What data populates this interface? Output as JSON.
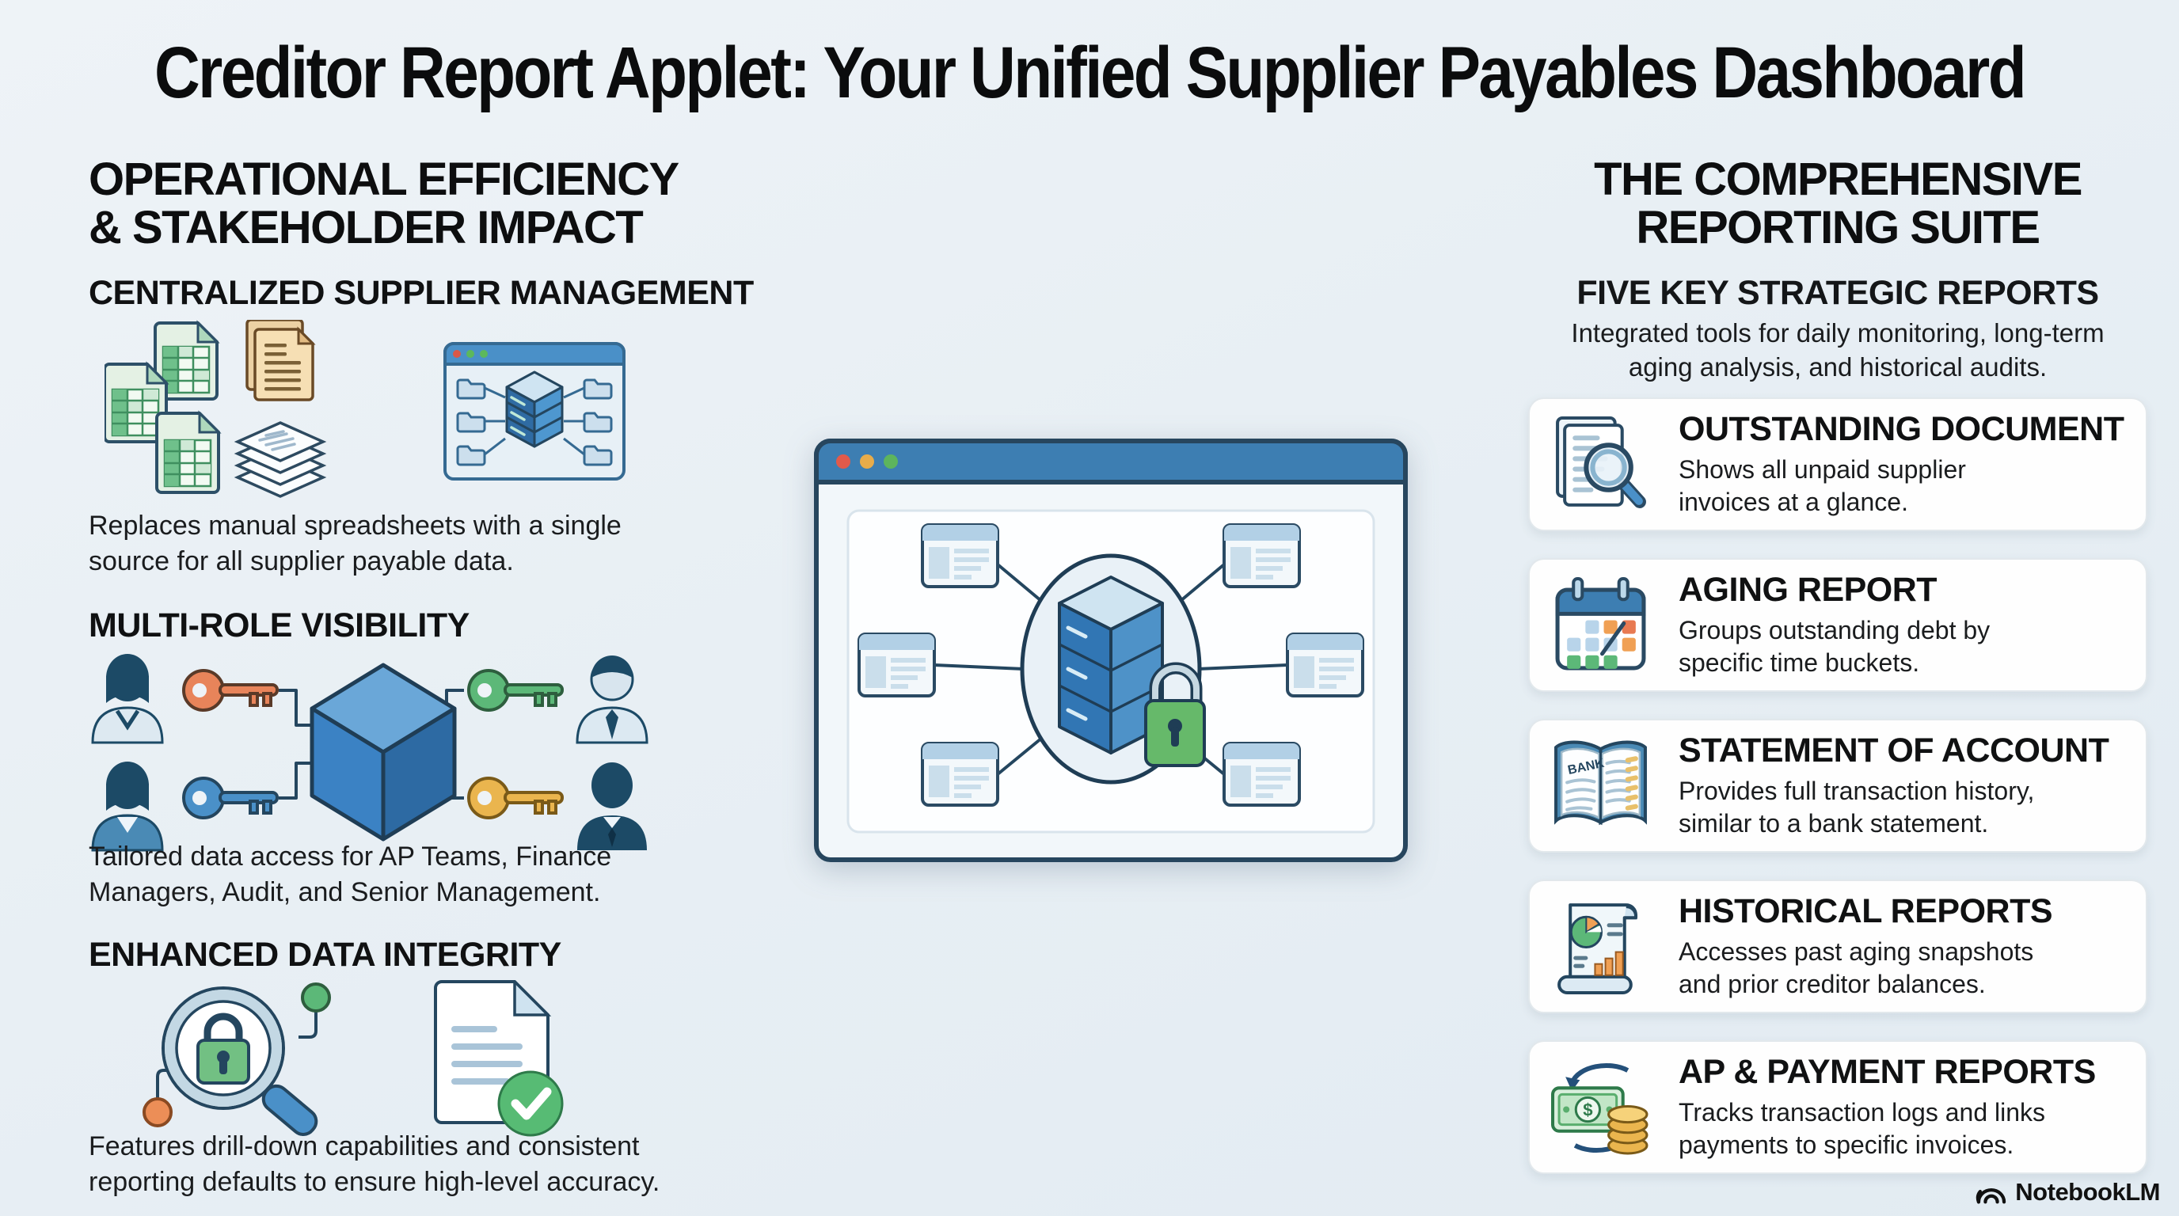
{
  "title": "Creditor Report Applet: Your Unified Supplier Payables Dashboard",
  "left_column": {
    "heading": "OPERATIONAL EFFICIENCY\n& STAKEHOLDER IMPACT",
    "sections": [
      {
        "title": "CENTRALIZED SUPPLIER MANAGEMENT",
        "description": "Replaces manual spreadsheets with a single\nsource for all supplier payable data.",
        "icons": [
          "spreadsheets-icon",
          "documents-icon",
          "paper-stack-icon",
          "database-window-icon"
        ]
      },
      {
        "title": "MULTI-ROLE VISIBILITY",
        "description": "Tailored data access for AP Teams, Finance\nManagers, Audit, and Senior Management.",
        "icons": [
          "user-icons",
          "access-key-icons",
          "data-cube-icon"
        ]
      },
      {
        "title": "ENHANCED DATA INTEGRITY",
        "description": "Features drill-down capabilities and consistent\nreporting defaults to ensure high-level accuracy.",
        "icons": [
          "magnifier-lock-icon",
          "verified-document-icon"
        ]
      }
    ]
  },
  "right_column": {
    "heading": "THE COMPREHENSIVE\nREPORTING SUITE",
    "subheading": "FIVE KEY STRATEGIC REPORTS",
    "description": "Integrated tools for daily monitoring, long-term\naging analysis, and historical audits.",
    "cards": [
      {
        "title": "OUTSTANDING DOCUMENT",
        "description": "Shows all unpaid supplier\ninvoices at a glance.",
        "icon": "document-magnifier-icon"
      },
      {
        "title": "AGING REPORT",
        "description": "Groups outstanding debt by\nspecific time buckets.",
        "icon": "aging-calendar-icon"
      },
      {
        "title": "STATEMENT OF ACCOUNT",
        "description": "Provides full transaction history,\nsimilar to a bank statement.",
        "icon": "bank-book-icon"
      },
      {
        "title": "HISTORICAL REPORTS",
        "description": "Accesses past aging snapshots\nand prior creditor balances.",
        "icon": "scroll-chart-icon"
      },
      {
        "title": "AP & PAYMENT REPORTS",
        "description": "Tracks transaction logs and links\npayments to specific invoices.",
        "icon": "money-coins-icon"
      }
    ]
  },
  "icon_labels": {
    "bank": "BANK",
    "dollar": "$"
  },
  "footer": {
    "brand": "NotebookLM"
  },
  "colors": {
    "background": "#e9eff4",
    "accent_blue": "#3d7eb2",
    "outline_navy": "#24465f",
    "green": "#5cb878",
    "orange": "#f0a054",
    "yellow": "#eab54e",
    "red": "#e25a4a",
    "tan": "#f6dfb4",
    "card_background": "#fefefe"
  }
}
